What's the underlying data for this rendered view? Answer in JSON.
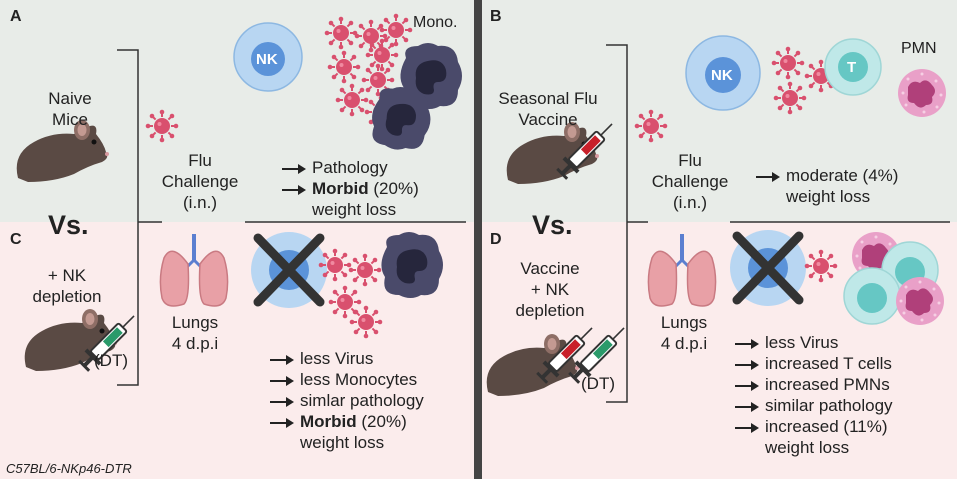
{
  "panels": {
    "A": {
      "letter": "A",
      "group": [
        "Naive",
        "Mice"
      ],
      "challenge": [
        "Flu",
        "Challenge",
        "(i.n.)"
      ],
      "cell_labels": {
        "nk": "NK",
        "mono": "Mono."
      },
      "outcomes": [
        {
          "arrow": true,
          "bold": "",
          "text": "Pathology"
        },
        {
          "arrow": true,
          "bold": "Morbid",
          "text": " (20%)"
        },
        {
          "arrow": false,
          "bold": "",
          "text": "weight loss"
        }
      ]
    },
    "B": {
      "letter": "B",
      "group": [
        "Seasonal Flu",
        "Vaccine"
      ],
      "challenge": [
        "Flu",
        "Challenge",
        "(i.n.)"
      ],
      "cell_labels": {
        "nk": "NK",
        "t": "T",
        "pmn": "PMN"
      },
      "outcomes": [
        {
          "arrow": true,
          "bold": "",
          "text": "moderate (4%)"
        },
        {
          "arrow": false,
          "bold": "",
          "text": "weight loss"
        }
      ]
    },
    "C": {
      "letter": "C",
      "group": [
        "+ NK",
        "depletion"
      ],
      "injection": "(DT)",
      "tissue": [
        "Lungs",
        "4 d.p.i"
      ],
      "outcomes": [
        {
          "arrow": true,
          "bold": "",
          "text": "less Virus"
        },
        {
          "arrow": true,
          "bold": "",
          "text": "less Monocytes"
        },
        {
          "arrow": true,
          "bold": "",
          "text": "simlar pathology"
        },
        {
          "arrow": true,
          "bold": "Morbid",
          "text": " (20%)"
        },
        {
          "arrow": false,
          "bold": "",
          "text": "weight loss"
        }
      ]
    },
    "D": {
      "letter": "D",
      "group": [
        "Vaccine",
        "+ NK",
        "depletion"
      ],
      "injection": "(DT)",
      "tissue": [
        "Lungs",
        "4 d.p.i"
      ],
      "outcomes": [
        {
          "arrow": true,
          "bold": "",
          "text": "less Virus"
        },
        {
          "arrow": true,
          "bold": "",
          "text": "increased T cells"
        },
        {
          "arrow": true,
          "bold": "",
          "text": "increased PMNs"
        },
        {
          "arrow": true,
          "bold": "",
          "text": "similar pathology"
        },
        {
          "arrow": true,
          "bold": "",
          "text": "increased (11%)"
        },
        {
          "arrow": false,
          "bold": "",
          "text": "weight loss"
        }
      ]
    }
  },
  "vs_label": "Vs.",
  "strain": "C57BL/6-NKp46-DTR",
  "colors": {
    "top_bg": "#e8ece8",
    "bottom_bg": "#fbecec",
    "divider": "#444444",
    "virus": "#d9506e",
    "nk_outer": "#b8d6f2",
    "nk_inner": "#5b93d9",
    "t_cell": "#bfe8e8",
    "pmn": "#e9a0c8",
    "monocyte": "#4a4a6a",
    "lung": "#e8a0a6",
    "mouse": "#5a4a44",
    "cross": "#333333"
  }
}
